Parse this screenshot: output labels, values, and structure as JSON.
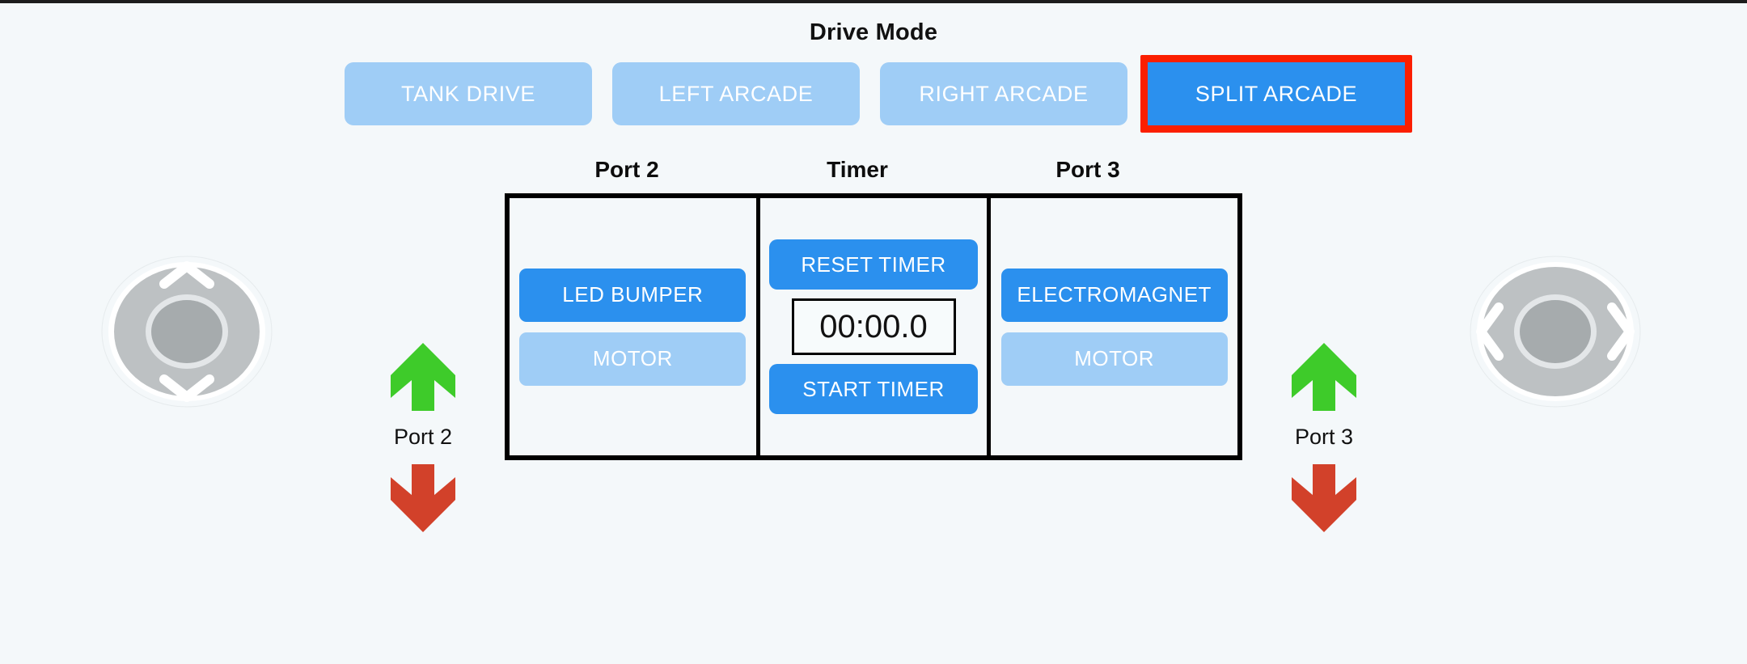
{
  "theme": {
    "background": "#f4f8fa",
    "accent_blue": "#2b90ee",
    "inactive_blue": "#9fcdf6",
    "highlight_red": "#fb1f00",
    "arrow_green": "#3ecb2a",
    "arrow_red": "#d2412a",
    "panel_border": "#000000"
  },
  "drive_mode": {
    "title": "Drive Mode",
    "options": [
      {
        "label": "TANK DRIVE",
        "active": false,
        "highlighted": false
      },
      {
        "label": "LEFT ARCADE",
        "active": false,
        "highlighted": false
      },
      {
        "label": "RIGHT ARCADE",
        "active": false,
        "highlighted": false
      },
      {
        "label": "SPLIT ARCADE",
        "active": true,
        "highlighted": true
      }
    ],
    "selected": "SPLIT ARCADE"
  },
  "headings": {
    "port2": "Port 2",
    "timer": "Timer",
    "port3": "Port 3"
  },
  "panel": {
    "port2_column": {
      "buttons": [
        {
          "label": "LED BUMPER",
          "state": "on"
        },
        {
          "label": "MOTOR",
          "state": "off"
        }
      ]
    },
    "timer_column": {
      "reset_label": "RESET TIMER",
      "display_value": "00:00.0",
      "start_label": "START TIMER"
    },
    "port3_column": {
      "buttons": [
        {
          "label": "ELECTROMAGNET",
          "state": "on"
        },
        {
          "label": "MOTOR",
          "state": "off"
        }
      ]
    }
  },
  "port_controls": [
    {
      "id": "left",
      "label": "Port 2",
      "up_icon": "arrow-up-icon",
      "down_icon": "arrow-down-icon"
    },
    {
      "id": "right",
      "label": "Port 3",
      "up_icon": "arrow-up-icon",
      "down_icon": "arrow-down-icon"
    }
  ],
  "joysticks": [
    {
      "id": "left",
      "axis": "vertical",
      "up_icon": "chevron-up-icon",
      "down_icon": "chevron-down-icon"
    },
    {
      "id": "right",
      "axis": "horizontal",
      "left_icon": "chevron-left-icon",
      "right_icon": "chevron-right-icon"
    }
  ]
}
